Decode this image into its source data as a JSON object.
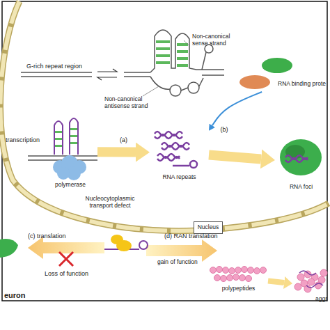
{
  "diagram": {
    "nodes": [
      {
        "text": [
          "polymerase"
        ]
      },
      {
        "text": [
          "RNA repeats"
        ]
      },
      {
        "text": [
          "RNA binding prote"
        ]
      },
      {
        "text": [
          "RNA foci"
        ]
      },
      {
        "text": [
          "Nucleus"
        ]
      },
      {
        "text": [
          "polypeptides"
        ]
      },
      {
        "text": [
          "aggr"
        ]
      }
    ],
    "edges": [
      {
        "from": 0,
        "to": 1,
        "arrow": "to",
        "label": "(a)"
      },
      {
        "from": 2,
        "to": 1,
        "arrow": "to",
        "label": "(b)"
      },
      {
        "from": 1,
        "to": 3,
        "arrow": "to"
      },
      {
        "from": 5,
        "to": 6,
        "arrow": "to"
      }
    ],
    "labels": [
      "G-rich repeat region",
      "Non-canonical sense strand",
      "Non-canonical antisense strand",
      "transcription",
      "Nucleocytoplasmic transport defect",
      "(c) translation",
      "Loss of function",
      "(d) RAN translation",
      "gain of function",
      "euron"
    ]
  }
}
